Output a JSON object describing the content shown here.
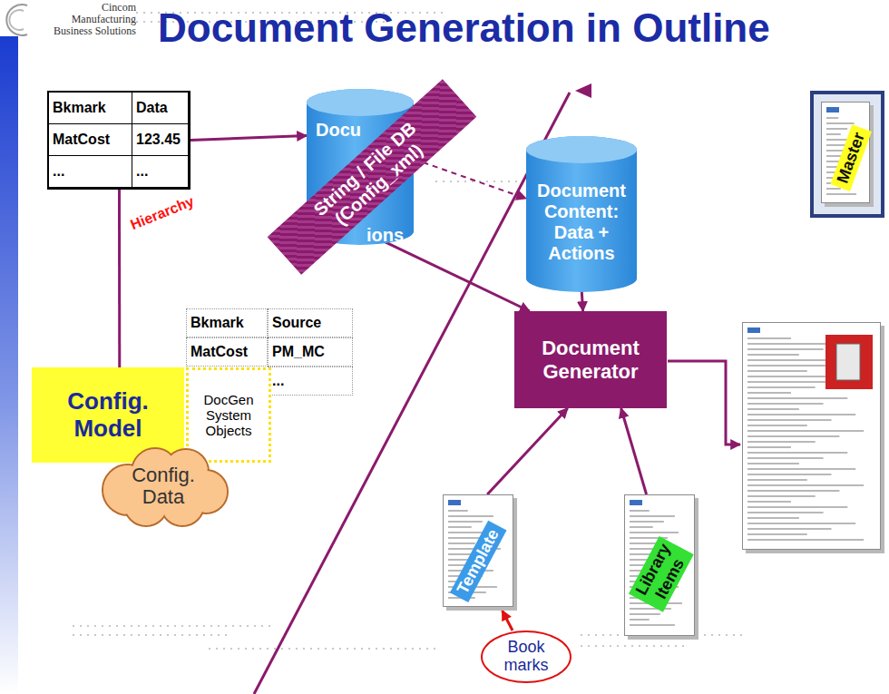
{
  "diagram": {
    "title": "Document Generation in Outline",
    "nodes": [
      {
        "text": [
          "Bkmark",
          "Data",
          "MatCost",
          "123.45",
          "...",
          "..."
        ]
      },
      {
        "text": [
          "Docu",
          "ions"
        ]
      },
      {
        "text": [
          "String / File DB (Config_xml)"
        ]
      },
      {
        "text": [
          "Document Content: Data + Actions"
        ]
      },
      {
        "text": [
          "Master"
        ]
      },
      {
        "text": [
          "Bkmark",
          "Source",
          "MatCost",
          "PM_MC",
          "..."
        ]
      },
      {
        "text": [
          "DocGen System Objects"
        ]
      },
      {
        "text": [
          "Config. Model"
        ]
      },
      {
        "text": [
          "Config. Data"
        ]
      },
      {
        "text": [
          "Document Generator"
        ]
      },
      {
        "text": [
          "Template"
        ]
      },
      {
        "text": [
          "Library Items"
        ]
      },
      {
        "text": [
          "Book marks"
        ]
      }
    ],
    "edges": [
      {
        "from": 0,
        "to": 1,
        "arrow": "to"
      },
      {
        "from": 1,
        "to": 3,
        "arrow": "to"
      },
      {
        "from": 1,
        "to": 9,
        "arrow": "to"
      },
      {
        "from": 3,
        "to": 9,
        "arrow": "to"
      },
      {
        "from": 10,
        "to": 9,
        "arrow": "to"
      },
      {
        "from": 11,
        "to": 9,
        "arrow": "to"
      },
      {
        "from": 7,
        "to": 0,
        "arrow": "none"
      },
      {
        "from": 12,
        "to": 10,
        "arrow": "to"
      }
    ],
    "labels": [
      "Cincom Manufacturing Business Solutions",
      "Hierarchy"
    ]
  }
}
